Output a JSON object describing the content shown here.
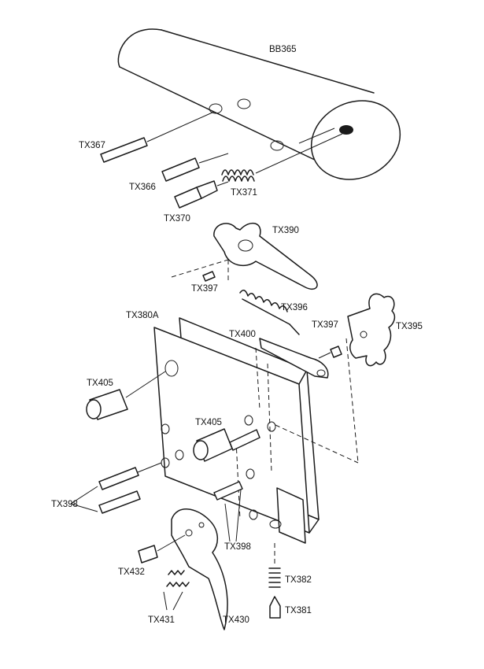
{
  "parts": {
    "bb365": "BB365",
    "tx367": "TX367",
    "tx366": "TX366",
    "tx371": "TX371",
    "tx370": "TX370",
    "tx390": "TX390",
    "tx397a": "TX397",
    "tx396": "TX396",
    "tx380a": "TX380A",
    "tx400": "TX400",
    "tx397b": "TX397",
    "tx395": "TX395",
    "tx405a": "TX405",
    "tx405b": "TX405",
    "tx398a": "TX398",
    "tx398b": "TX398",
    "tx432": "TX432",
    "tx382": "TX382",
    "tx381": "TX381",
    "tx431": "TX431",
    "tx430": "TX430"
  }
}
